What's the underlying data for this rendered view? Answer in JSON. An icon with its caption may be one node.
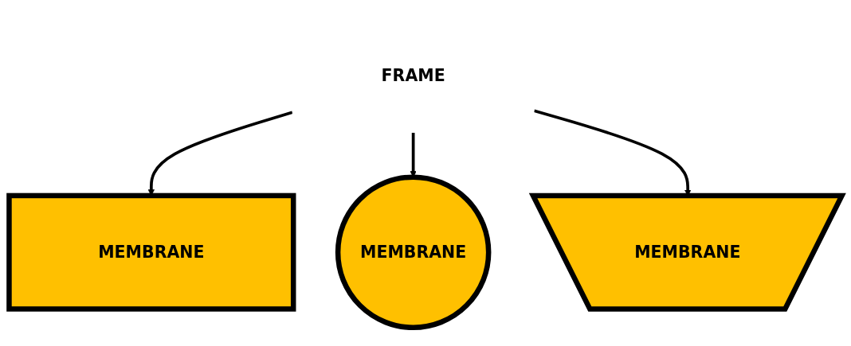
{
  "diagram": {
    "nodes": [
      {
        "text": [
          "FRAME"
        ]
      },
      {
        "text": [
          "MEMBRANE"
        ]
      },
      {
        "text": [
          "MEMBRANE"
        ]
      },
      {
        "text": [
          "MEMBRANE"
        ]
      }
    ],
    "edges": [
      {
        "from": 0,
        "to": 1,
        "arrow": "to"
      },
      {
        "from": 0,
        "to": 2,
        "arrow": "to"
      },
      {
        "from": 0,
        "to": 3,
        "arrow": "to"
      }
    ]
  }
}
